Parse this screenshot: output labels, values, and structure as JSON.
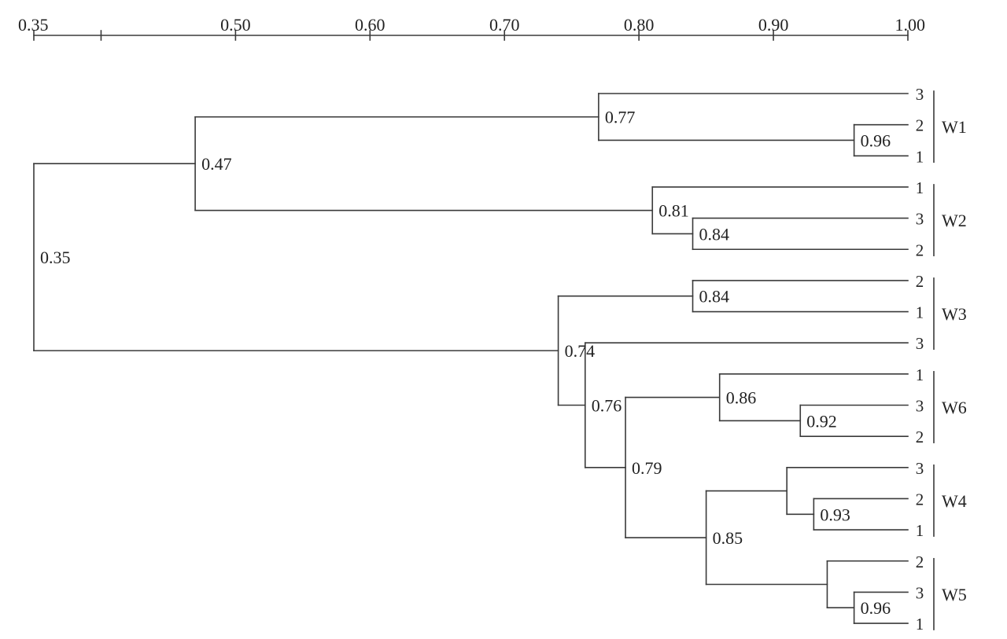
{
  "axis": {
    "ticks": [
      {
        "value": 0.35,
        "label": "0.35"
      },
      {
        "value": 0.4,
        "label": ""
      },
      {
        "value": 0.5,
        "label": "0.50"
      },
      {
        "value": 0.6,
        "label": "0.60"
      },
      {
        "value": 0.7,
        "label": "0.70"
      },
      {
        "value": 0.8,
        "label": "0.80"
      },
      {
        "value": 0.9,
        "label": "0.90"
      },
      {
        "value": 1.0,
        "label": "1.00"
      }
    ],
    "min": 0.35,
    "max": 1.0
  },
  "leaves": [
    "3",
    "2",
    "1",
    "1",
    "3",
    "2",
    "2",
    "1",
    "3",
    "1",
    "3",
    "2",
    "3",
    "2",
    "1",
    "2",
    "3",
    "1"
  ],
  "groups": [
    {
      "label": "W1",
      "first": 0,
      "last": 2
    },
    {
      "label": "W2",
      "first": 3,
      "last": 5
    },
    {
      "label": "W3",
      "first": 6,
      "last": 8
    },
    {
      "label": "W6",
      "first": 9,
      "last": 11
    },
    {
      "label": "W4",
      "first": 12,
      "last": 14
    },
    {
      "label": "W5",
      "first": 15,
      "last": 17
    }
  ],
  "tree": {
    "sim": 0.35,
    "label": "0.35",
    "children": [
      {
        "sim": 0.47,
        "label": "0.47",
        "children": [
          {
            "sim": 0.77,
            "label": "0.77",
            "children": [
              {
                "leaf": 0
              },
              {
                "sim": 0.96,
                "label": "0.96",
                "children": [
                  {
                    "leaf": 1
                  },
                  {
                    "leaf": 2
                  }
                ]
              }
            ]
          },
          {
            "sim": 0.81,
            "label": "0.81",
            "children": [
              {
                "leaf": 3
              },
              {
                "sim": 0.84,
                "label": "0.84",
                "children": [
                  {
                    "leaf": 4
                  },
                  {
                    "leaf": 5
                  }
                ]
              }
            ]
          }
        ]
      },
      {
        "sim": 0.74,
        "label": "0.74",
        "children": [
          {
            "sim": 0.84,
            "label": "0.84",
            "children": [
              {
                "leaf": 6
              },
              {
                "leaf": 7
              }
            ]
          },
          {
            "sim": 0.76,
            "label": "0.76",
            "children": [
              {
                "leaf": 8
              },
              {
                "sim": 0.79,
                "label": "0.79",
                "children": [
                  {
                    "sim": 0.86,
                    "label": "0.86",
                    "children": [
                      {
                        "leaf": 9
                      },
                      {
                        "sim": 0.92,
                        "label": "0.92",
                        "children": [
                          {
                            "leaf": 10
                          },
                          {
                            "leaf": 11
                          }
                        ]
                      }
                    ]
                  },
                  {
                    "sim": 0.85,
                    "label": "0.85",
                    "children": [
                      {
                        "sim": 0.91,
                        "label": "",
                        "children": [
                          {
                            "leaf": 12
                          },
                          {
                            "sim": 0.93,
                            "label": "0.93",
                            "children": [
                              {
                                "leaf": 13
                              },
                              {
                                "leaf": 14
                              }
                            ]
                          }
                        ]
                      },
                      {
                        "sim": 0.94,
                        "label": "",
                        "children": [
                          {
                            "leaf": 15
                          },
                          {
                            "sim": 0.96,
                            "label": "0.96",
                            "children": [
                              {
                                "leaf": 16
                              },
                              {
                                "leaf": 17
                              }
                            ]
                          }
                        ]
                      }
                    ]
                  }
                ]
              }
            ]
          }
        ]
      }
    ]
  }
}
